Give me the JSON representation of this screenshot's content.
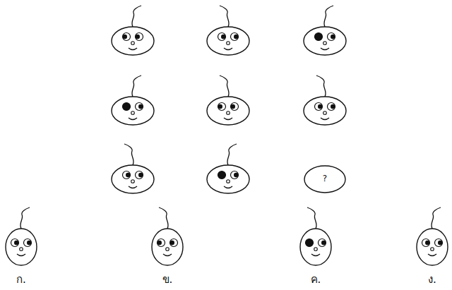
{
  "diagram": {
    "nodes": [
      {
        "text": [
          "?"
        ]
      }
    ],
    "labels": [
      "ก.",
      "ข.",
      "ค.",
      "ง."
    ]
  }
}
